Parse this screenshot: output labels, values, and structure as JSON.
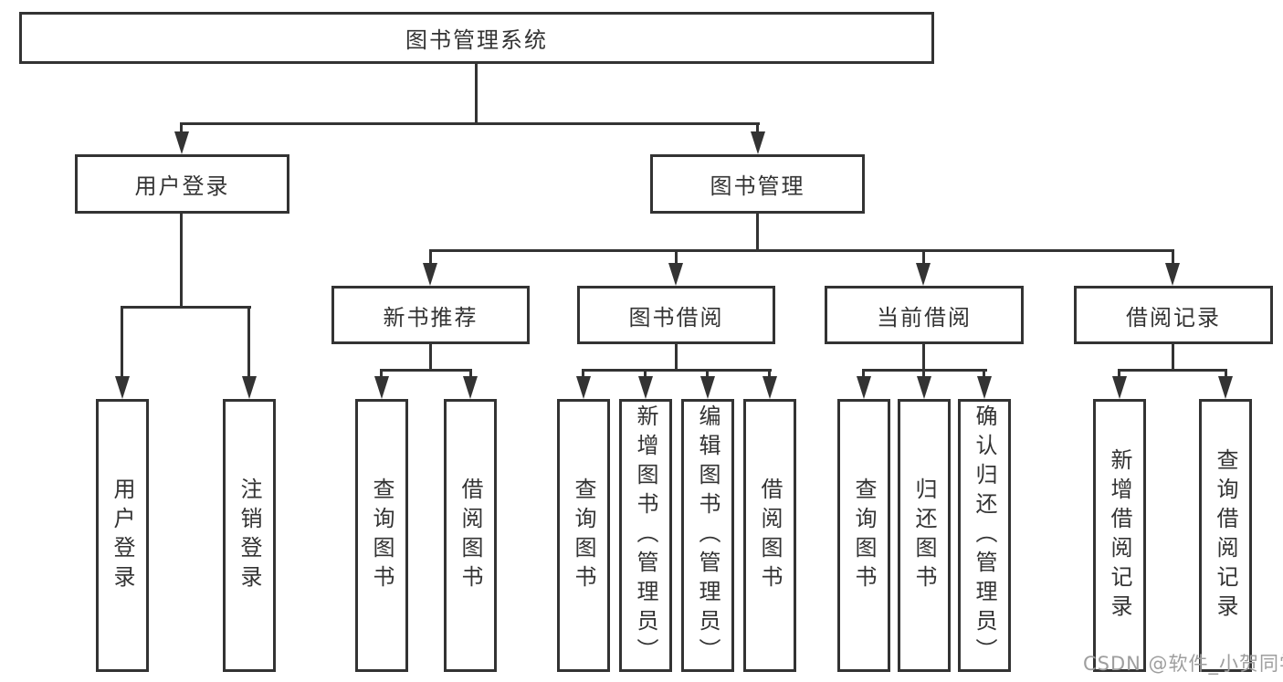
{
  "diagram": {
    "type": "hierarchy-tree",
    "tree": {
      "label": "图书管理系统",
      "children": [
        {
          "label": "用户登录",
          "children": [
            {
              "label": "用户登录"
            },
            {
              "label": "注销登录"
            }
          ]
        },
        {
          "label": "图书管理",
          "children": [
            {
              "label": "新书推荐",
              "children": [
                {
                  "label": "查询图书"
                },
                {
                  "label": "借阅图书"
                }
              ]
            },
            {
              "label": "图书借阅",
              "children": [
                {
                  "label": "查询图书"
                },
                {
                  "label": "新增图书（管理员）"
                },
                {
                  "label": "编辑图书（管理员）"
                },
                {
                  "label": "借阅图书"
                }
              ]
            },
            {
              "label": "当前借阅",
              "children": [
                {
                  "label": "查询图书"
                },
                {
                  "label": "归还图书"
                },
                {
                  "label": "确认归还（管理员）"
                }
              ]
            },
            {
              "label": "借阅记录",
              "children": [
                {
                  "label": "新增借阅记录"
                },
                {
                  "label": "查询借阅记录"
                }
              ]
            }
          ]
        }
      ]
    }
  },
  "watermark": {
    "text": "CSDN @软件_小贺同学"
  },
  "colors": {
    "line": "#333333",
    "text": "#333333",
    "box_background": "#ffffff",
    "page_background": "#ffffff",
    "watermark": "#9e9e9e"
  }
}
